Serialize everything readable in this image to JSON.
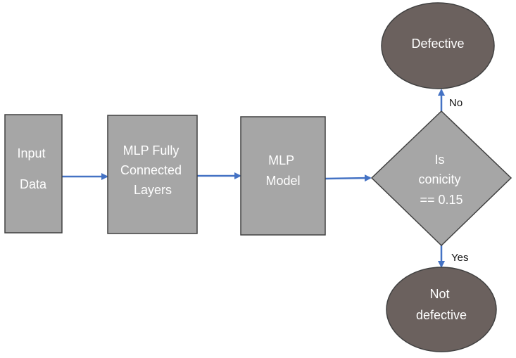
{
  "colors": {
    "box_fill": "#a6a6a6",
    "box_stroke": "#404040",
    "ellipse_fill": "#6b615e",
    "edge": "#4472c4",
    "text": "#ffffff"
  },
  "nodes": {
    "input": {
      "lines": [
        "Input",
        "Data"
      ]
    },
    "fc": {
      "lines": [
        "MLP Fully",
        "Connected",
        "Layers"
      ]
    },
    "model": {
      "lines": [
        "MLP",
        "Model"
      ]
    },
    "decision": {
      "lines": [
        "Is",
        "conicity",
        "== 0.15"
      ]
    },
    "defective": {
      "lines": [
        "Defective"
      ]
    },
    "not_defective": {
      "lines": [
        "Not",
        "defective"
      ]
    }
  },
  "edges": {
    "no_label": "No",
    "yes_label": "Yes"
  }
}
